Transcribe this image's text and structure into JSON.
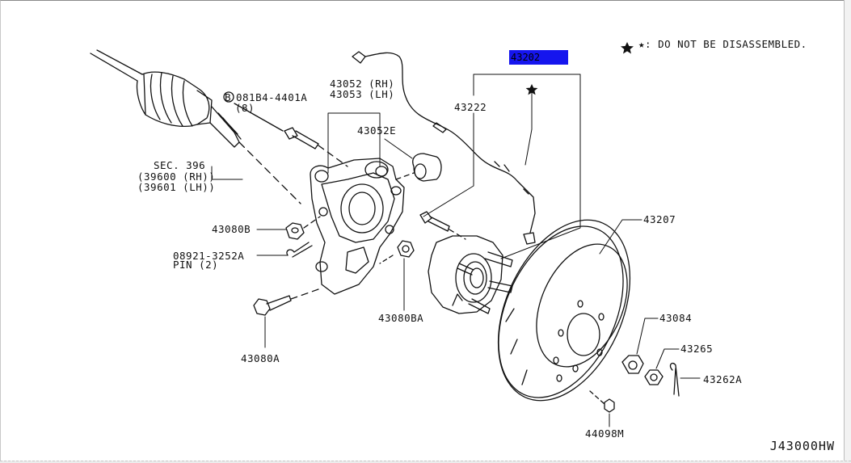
{
  "note": "★: DO NOT BE DISASSEMBLED.",
  "highlight_label": "43202",
  "diagram_code": "J43000HW",
  "labels": {
    "sec396": "SEC. 396",
    "sec396_rh": "(39600 (RH))",
    "sec396_lh": "(39601 (LH))",
    "bolt_b": "081B4-4401A",
    "bolt_b_qty": "(8)",
    "knuckle_rh": "43052 (RH)",
    "knuckle_lh": "43053 (LH)",
    "bushing": "43052E",
    "sensor": "43222",
    "nut_b": "43080B",
    "pin_part": "08921-3252A",
    "pin_qty": "PIN (2)",
    "bolt_a": "43080A",
    "nut_ba": "43080BA",
    "rotor": "43207",
    "nut_84": "43084",
    "cap": "43265",
    "cotter": "43262A",
    "screw": "44098M"
  }
}
